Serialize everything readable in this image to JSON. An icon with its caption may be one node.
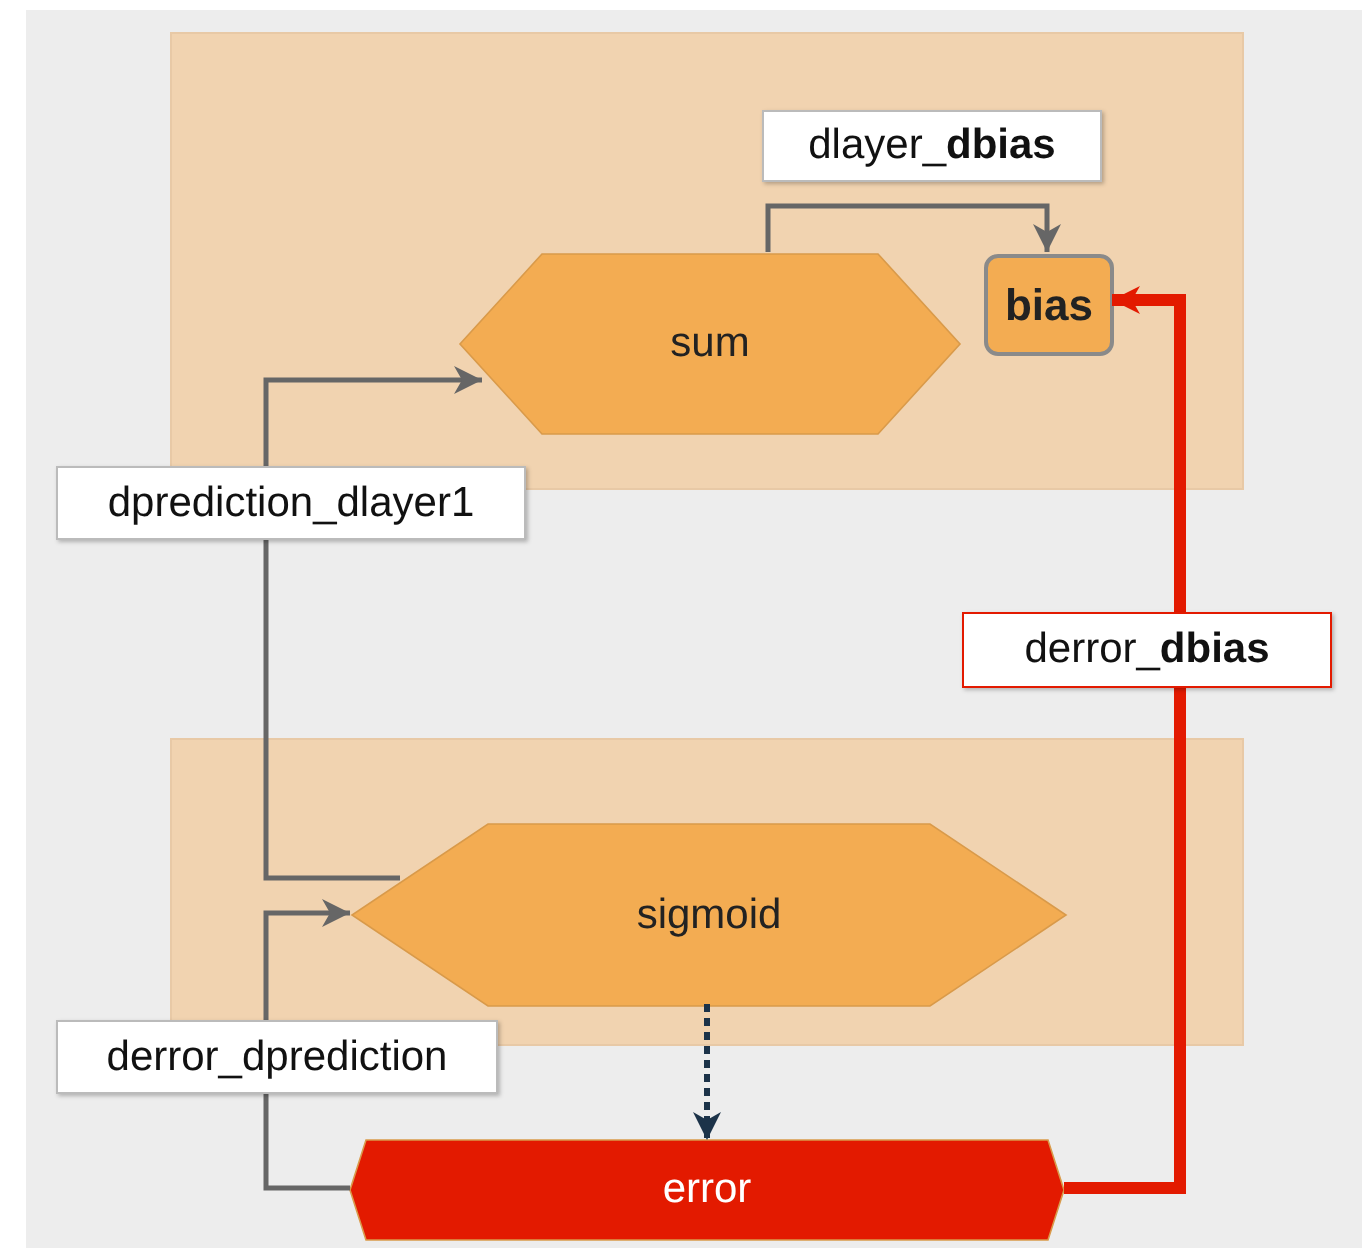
{
  "diagram": {
    "nodes": [
      {
        "text": [],
        "shape": "box"
      },
      {
        "text": [
          "sum"
        ],
        "in": 0
      },
      {
        "text": [
          "bias"
        ],
        "in": 0
      },
      {
        "text": [],
        "shape": "box"
      },
      {
        "text": [
          "sigmoid"
        ],
        "in": 3
      },
      {
        "text": [
          "error"
        ]
      }
    ],
    "edges": [
      {
        "from": 4,
        "to": 1,
        "arrow": "to",
        "label": "dprediction_dlayer1"
      },
      {
        "from": 1,
        "to": 2,
        "arrow": "to",
        "label": "dlayer_**dbias**"
      },
      {
        "from": 5,
        "to": 2,
        "arrow": "to",
        "label": "derror_**dbias**",
        "style": "thick",
        "color": "#e31a00"
      },
      {
        "from": 4,
        "to": 5,
        "arrow": "to",
        "style": "dashed",
        "color": "#1c3349"
      },
      {
        "from": 5,
        "to": 4,
        "arrow": "to",
        "label": "derror_dprediction"
      }
    ]
  }
}
